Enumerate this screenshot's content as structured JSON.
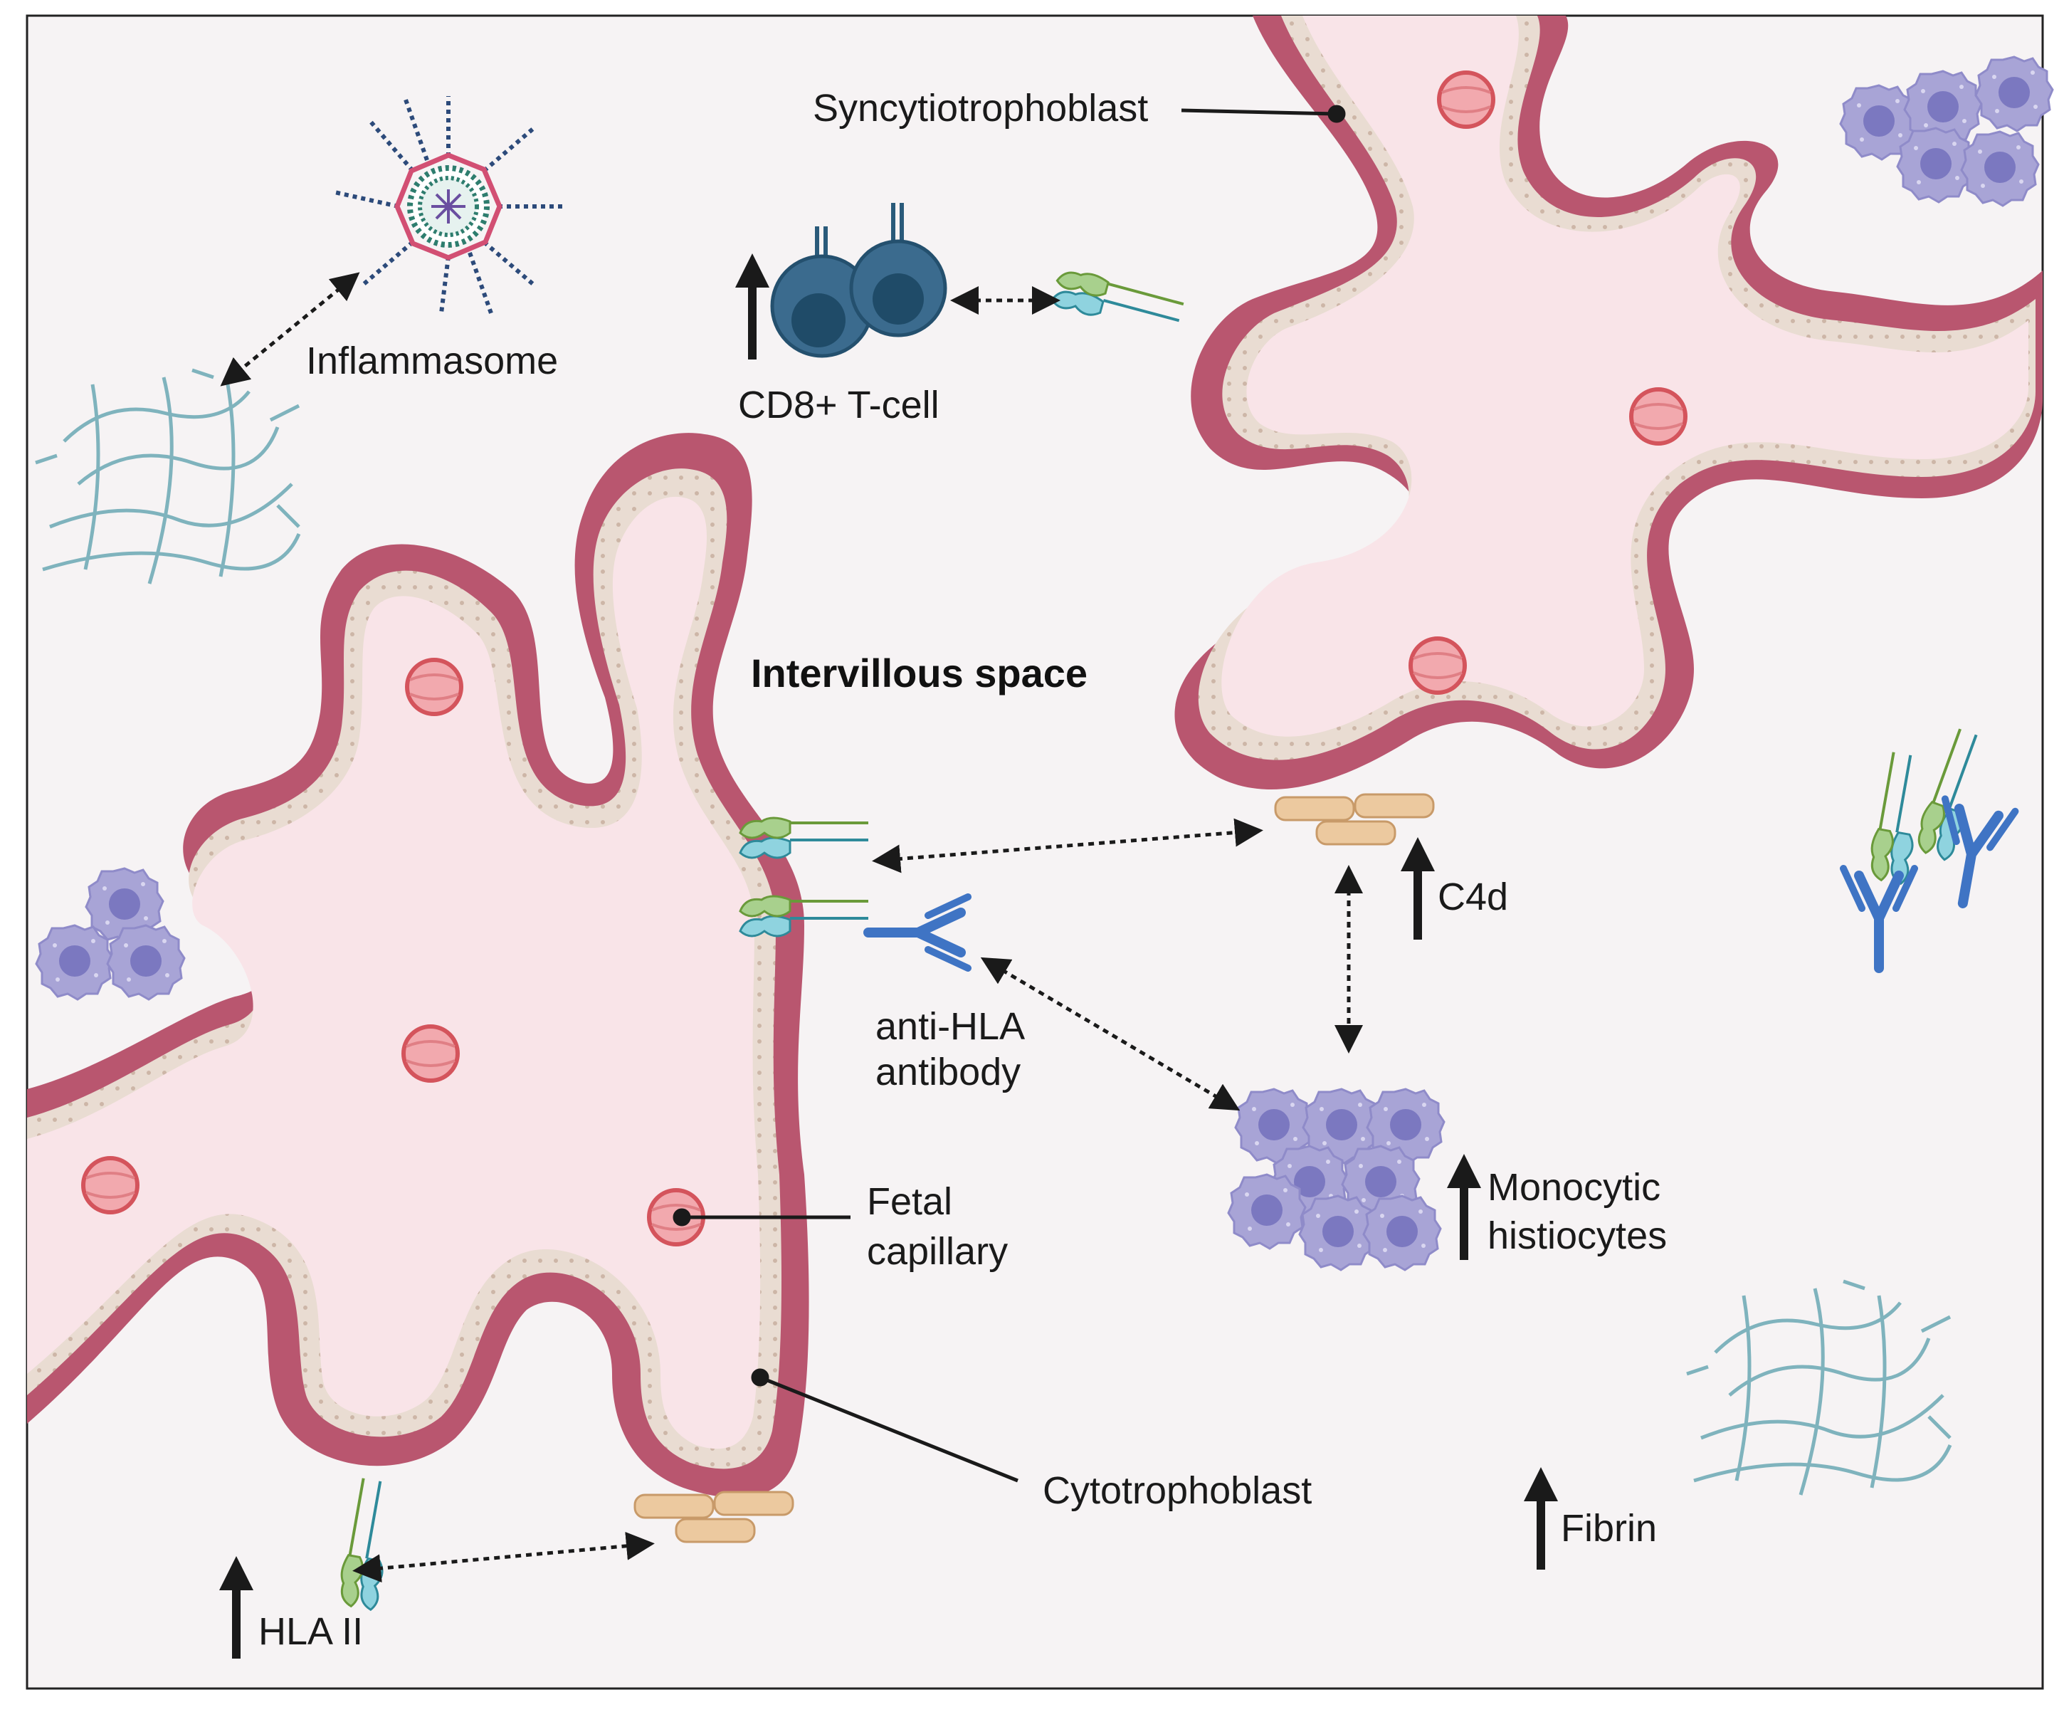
{
  "labels": {
    "syncytiotrophoblast": "Syncytiotrophoblast",
    "inflammasome": "Inflammasome",
    "cd8_tcell": "CD8+ T-cell",
    "intervillous_space": "Intervillous space",
    "c4d": "C4d",
    "anti_hla_line1": "anti-HLA",
    "anti_hla_line2": "antibody",
    "fetal_line1": "Fetal",
    "fetal_line2": "capillary",
    "monocytic_line1": "Monocytic",
    "monocytic_line2": "histiocytes",
    "cytotrophoblast": "Cytotrophoblast",
    "fibrin": "Fibrin",
    "hla_ii": "HLA II"
  },
  "colors": {
    "background": "#f6f3f4",
    "syncytio": "#b9566f",
    "cytotroph": "#e9dcd2",
    "stroma": "#f9e4e8",
    "capillary": "#f2a9ae",
    "capillary_edge": "#d4545c",
    "c4d": "#ecc99f",
    "histiocyte": "#a8a4d6",
    "histiocyte_nucleus": "#7b78c0",
    "tcell": "#3b6b8e",
    "antibody": "#3f74c4",
    "hla_green": "#a8d08d",
    "hla_blue": "#8fd3df",
    "fibrin": "#7fb3bd",
    "arrow": "#1a1a1a"
  },
  "icons": [
    "inflammasome-icon",
    "cd8-t-cell-icon",
    "hla-ii-molecule-icon",
    "anti-hla-antibody-icon",
    "c4d-deposit-icon",
    "histiocyte-cluster-icon",
    "fibrin-mesh-icon",
    "fetal-capillary-icon",
    "villus-icon"
  ]
}
